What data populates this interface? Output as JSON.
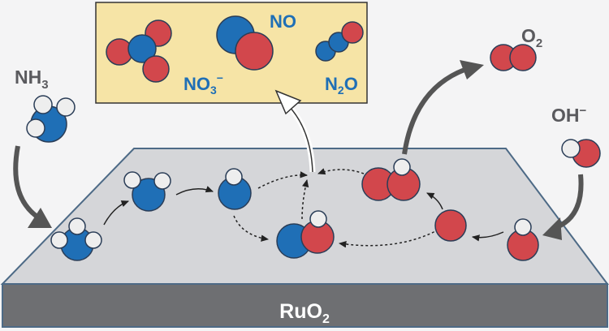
{
  "colors": {
    "background": "#f4f4f5",
    "surface_top": "#d5d6d9",
    "surface_front": "#6e6f72",
    "surface_edge": "#4d6a86",
    "nitrogen": "#1f6fb6",
    "oxygen": "#d2474c",
    "hydrogen": "#eeeeee",
    "outline": "#2a3d57",
    "product_box": "#f6e4a6",
    "product_text": "#1f6fb6",
    "label_text": "#5a5a5e",
    "arrow": "#555555"
  },
  "labels": {
    "substrate": {
      "main": "RuO",
      "sub": "2"
    },
    "reactant": {
      "main": "NH",
      "sub": "3"
    },
    "oxygen": {
      "main": "O",
      "sub": "2"
    },
    "hydroxide": {
      "main": "OH",
      "sup": "−"
    }
  },
  "products": {
    "nitrate": {
      "main": "NO",
      "sub": "3",
      "sup": "−"
    },
    "nitric_oxide": {
      "main": "NO"
    },
    "nitrous_oxide": {
      "pre": "N",
      "sub": "2",
      "post": "O"
    }
  }
}
